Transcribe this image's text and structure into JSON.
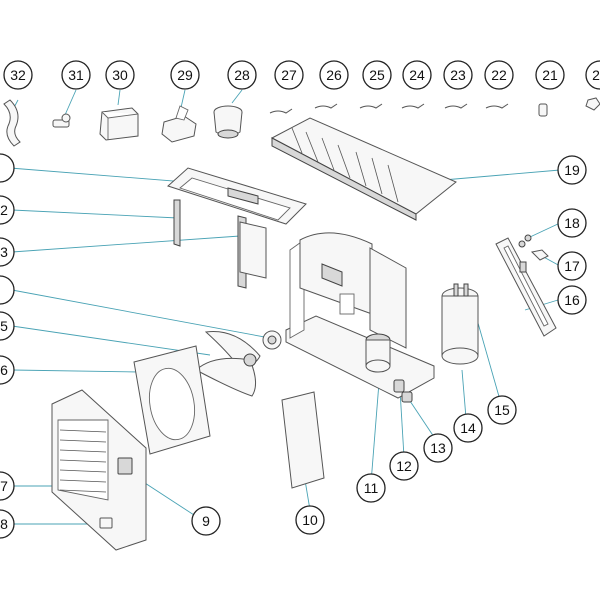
{
  "diagram": {
    "type": "exploded-parts-view",
    "callouts": [
      {
        "id": "c32",
        "label": "32"
      },
      {
        "id": "c31",
        "label": "31"
      },
      {
        "id": "c30",
        "label": "30"
      },
      {
        "id": "c29",
        "label": "29"
      },
      {
        "id": "c28",
        "label": "28"
      },
      {
        "id": "c27",
        "label": "27"
      },
      {
        "id": "c26",
        "label": "26"
      },
      {
        "id": "c25",
        "label": "25"
      },
      {
        "id": "c24",
        "label": "24"
      },
      {
        "id": "c23",
        "label": "23"
      },
      {
        "id": "c22",
        "label": "22"
      },
      {
        "id": "c21",
        "label": "21"
      },
      {
        "id": "c20",
        "label": "2"
      },
      {
        "id": "c19",
        "label": "19"
      },
      {
        "id": "c18",
        "label": "18"
      },
      {
        "id": "c17",
        "label": "17"
      },
      {
        "id": "c16",
        "label": "16"
      },
      {
        "id": "c15",
        "label": "15"
      },
      {
        "id": "c14",
        "label": "14"
      },
      {
        "id": "c13",
        "label": "13"
      },
      {
        "id": "c12",
        "label": "12"
      },
      {
        "id": "c11",
        "label": "11"
      },
      {
        "id": "c10",
        "label": "10"
      },
      {
        "id": "c9",
        "label": "9"
      },
      {
        "id": "c1",
        "label": ""
      },
      {
        "id": "c2",
        "label": "2"
      },
      {
        "id": "c3",
        "label": "3"
      },
      {
        "id": "c4",
        "label": ""
      },
      {
        "id": "c5",
        "label": "5"
      },
      {
        "id": "c6",
        "label": "6"
      },
      {
        "id": "c7",
        "label": "7"
      },
      {
        "id": "c8",
        "label": "8"
      }
    ]
  }
}
